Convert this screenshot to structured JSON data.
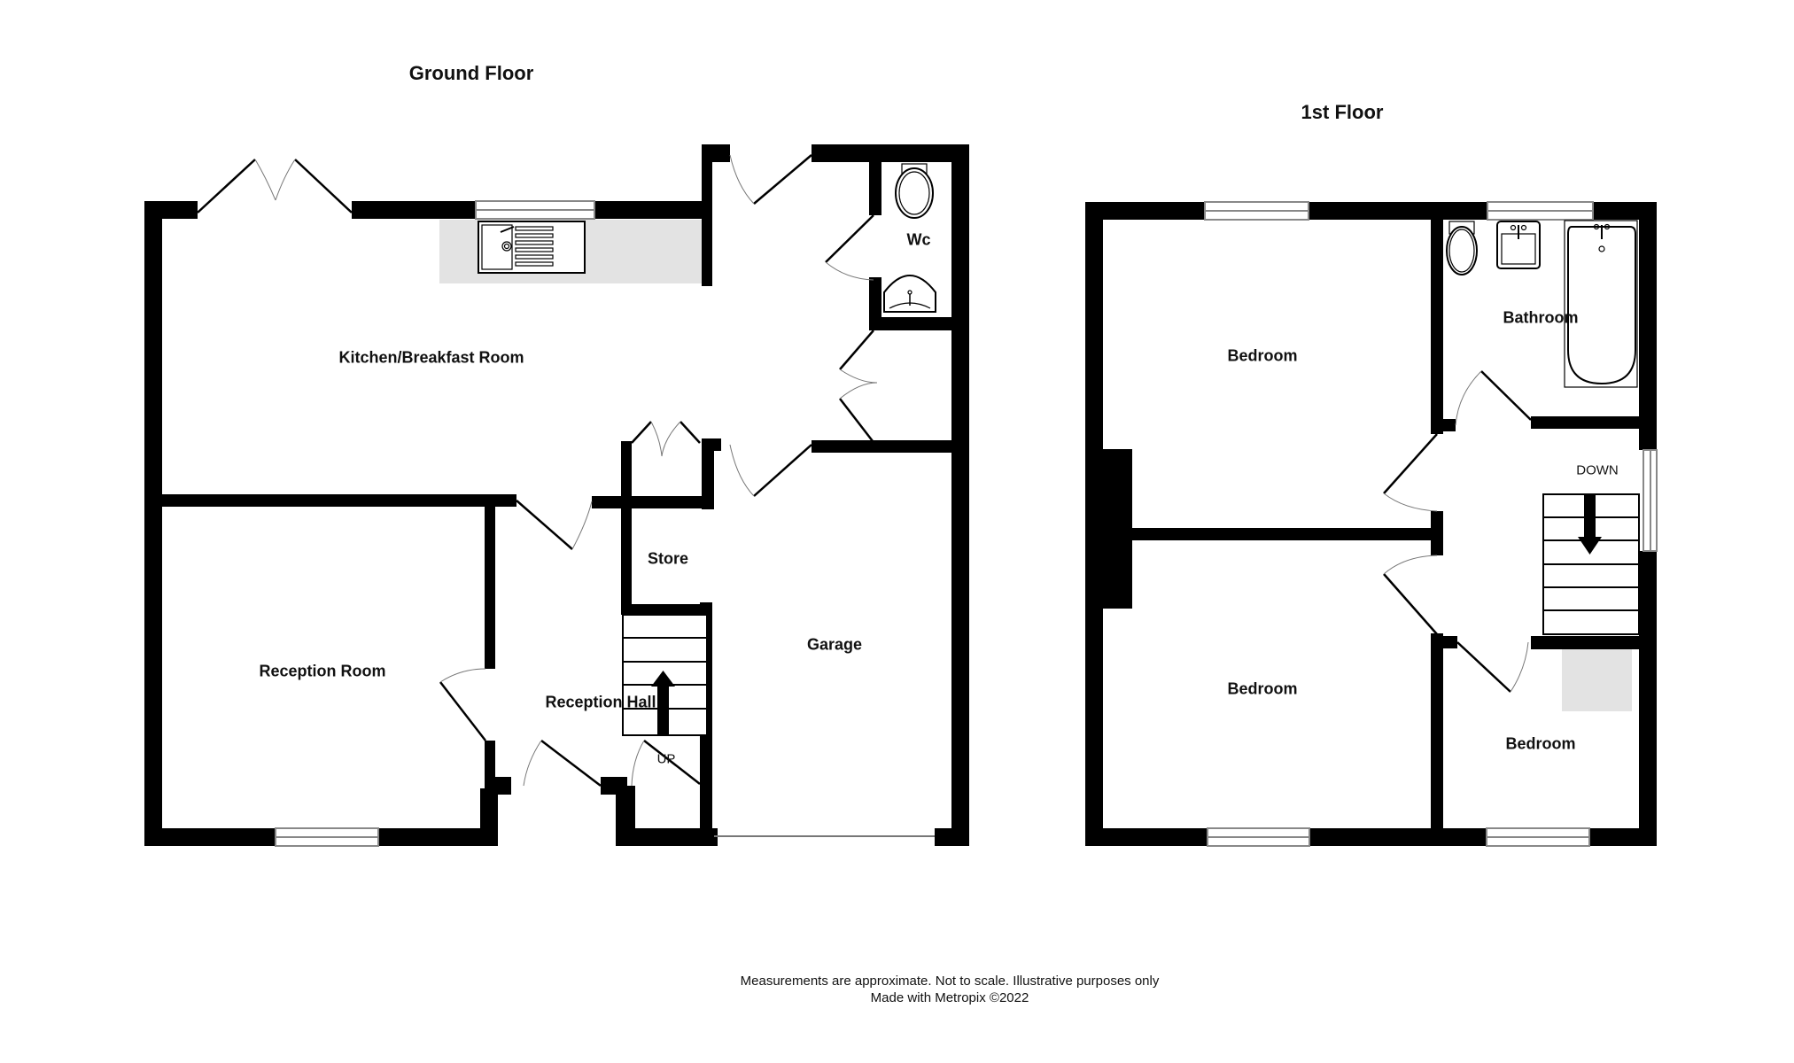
{
  "headings": {
    "ground_floor": "Ground Floor",
    "first_floor": "1st Floor"
  },
  "ground_floor": {
    "rooms": {
      "kitchen": "Kitchen/Breakfast Room",
      "wc": "Wc",
      "reception_room": "Reception Room",
      "reception_hall": "Reception Hall",
      "store": "Store",
      "garage": "Garage"
    },
    "stairs_label": "UP"
  },
  "first_floor": {
    "rooms": {
      "bedroom_1": "Bedroom",
      "bathroom": "Bathroom",
      "bedroom_2": "Bedroom",
      "bedroom_3": "Bedroom"
    },
    "stairs_label": "DOWN"
  },
  "footer": {
    "disclaimer": "Measurements are approximate.  Not to scale.  Illustrative purposes only",
    "credit": "Made with Metropix ©2022"
  },
  "colors": {
    "wall": "#000000",
    "worktop": "#e3e3e3",
    "window_line": "#888888"
  }
}
